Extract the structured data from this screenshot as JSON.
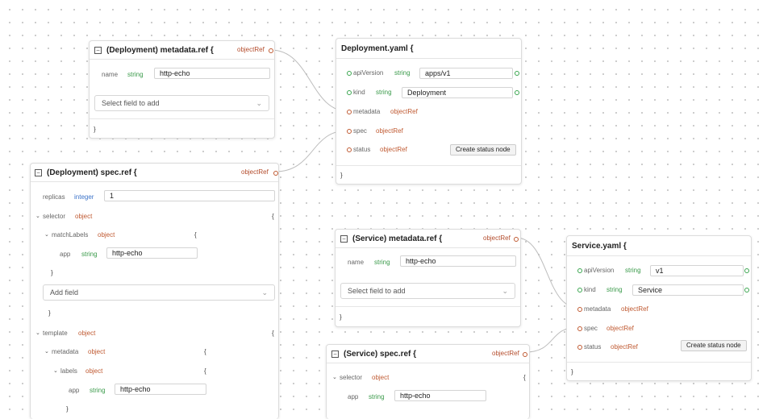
{
  "types": {
    "string": "string",
    "integer": "integer",
    "object": "object",
    "objectRef": "objectRef"
  },
  "brackets": {
    "open": "{",
    "close": "}"
  },
  "deployment_metadata": {
    "title": "(Deployment) metadata.ref {",
    "field_name_label": "name",
    "field_name_value": "http-echo",
    "select_placeholder": "Select field to add"
  },
  "deployment_spec": {
    "title": "(Deployment) spec.ref {",
    "replicas_label": "replicas",
    "replicas_value": "1",
    "selector_label": "selector",
    "matchlabels_label": "matchLabels",
    "app_label": "app",
    "app_value": "http-echo",
    "add_field": "Add field",
    "template_label": "template",
    "metadata_label": "metadata",
    "labels_label": "labels",
    "template_app_value": "http-echo"
  },
  "deployment_yaml": {
    "title": "Deployment.yaml {",
    "apiversion_label": "apiVersion",
    "apiversion_value": "apps/v1",
    "kind_label": "kind",
    "kind_value": "Deployment",
    "metadata_label": "metadata",
    "spec_label": "spec",
    "status_label": "status",
    "create_status_button": "Create status node"
  },
  "service_metadata": {
    "title": "(Service) metadata.ref {",
    "field_name_label": "name",
    "field_name_value": "http-echo",
    "select_placeholder": "Select field to add"
  },
  "service_spec": {
    "title": "(Service) spec.ref {",
    "selector_label": "selector",
    "app_label": "app",
    "app_value": "http-echo"
  },
  "service_yaml": {
    "title": "Service.yaml {",
    "apiversion_label": "apiVersion",
    "apiversion_value": "v1",
    "kind_label": "kind",
    "kind_value": "Service",
    "metadata_label": "metadata",
    "spec_label": "spec",
    "status_label": "status",
    "create_status_button": "Create status node"
  },
  "colors": {
    "type_string": "#3a9a4a",
    "type_integer": "#3d74c9",
    "type_object": "#c05a32",
    "handle_ref": "#c05a32",
    "handle_value": "#3aa64f",
    "edge": "#b8b8b8"
  }
}
